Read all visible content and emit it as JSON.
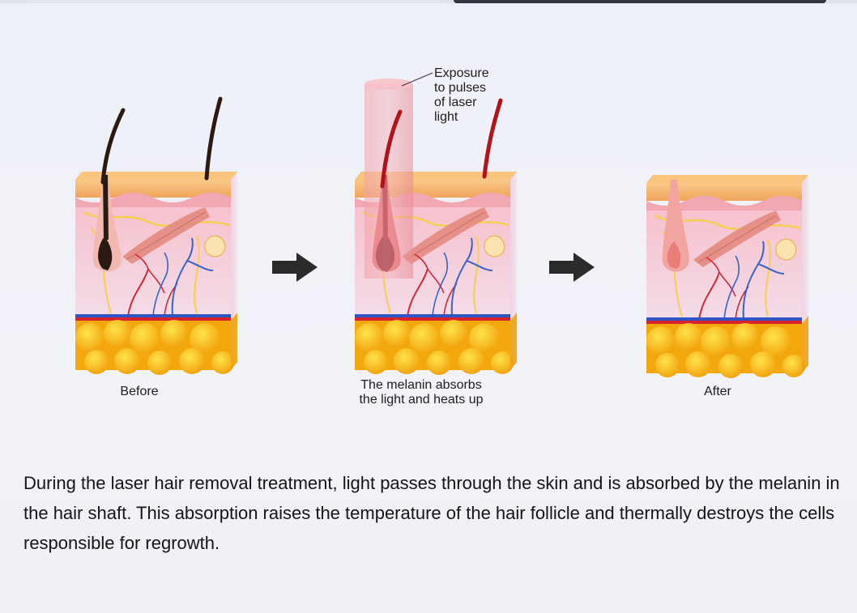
{
  "stages": [
    {
      "caption": "Before"
    },
    {
      "caption": "The melanin absorbs\nthe light and heats up"
    },
    {
      "caption": "After"
    }
  ],
  "callout": "Exposure\nto pulses\nof laser\nlight",
  "description": "During the laser hair removal treatment, light passes through the skin and is absorbed by the melanin in the hair shaft. This absorption raises the temperature of the hair follicle and thermally destroys the cells responsible for regrowth.",
  "colors": {
    "skin_top": "#f5b468",
    "dermis": "#f4c3cf",
    "fat": "#f7b60f",
    "hair_before": "#2a1a12",
    "hair_heated": "#b3121a",
    "follicle_after": "#f2a5a0",
    "laser_beam": "#e88a95",
    "arrow": "#2b2b2b"
  }
}
